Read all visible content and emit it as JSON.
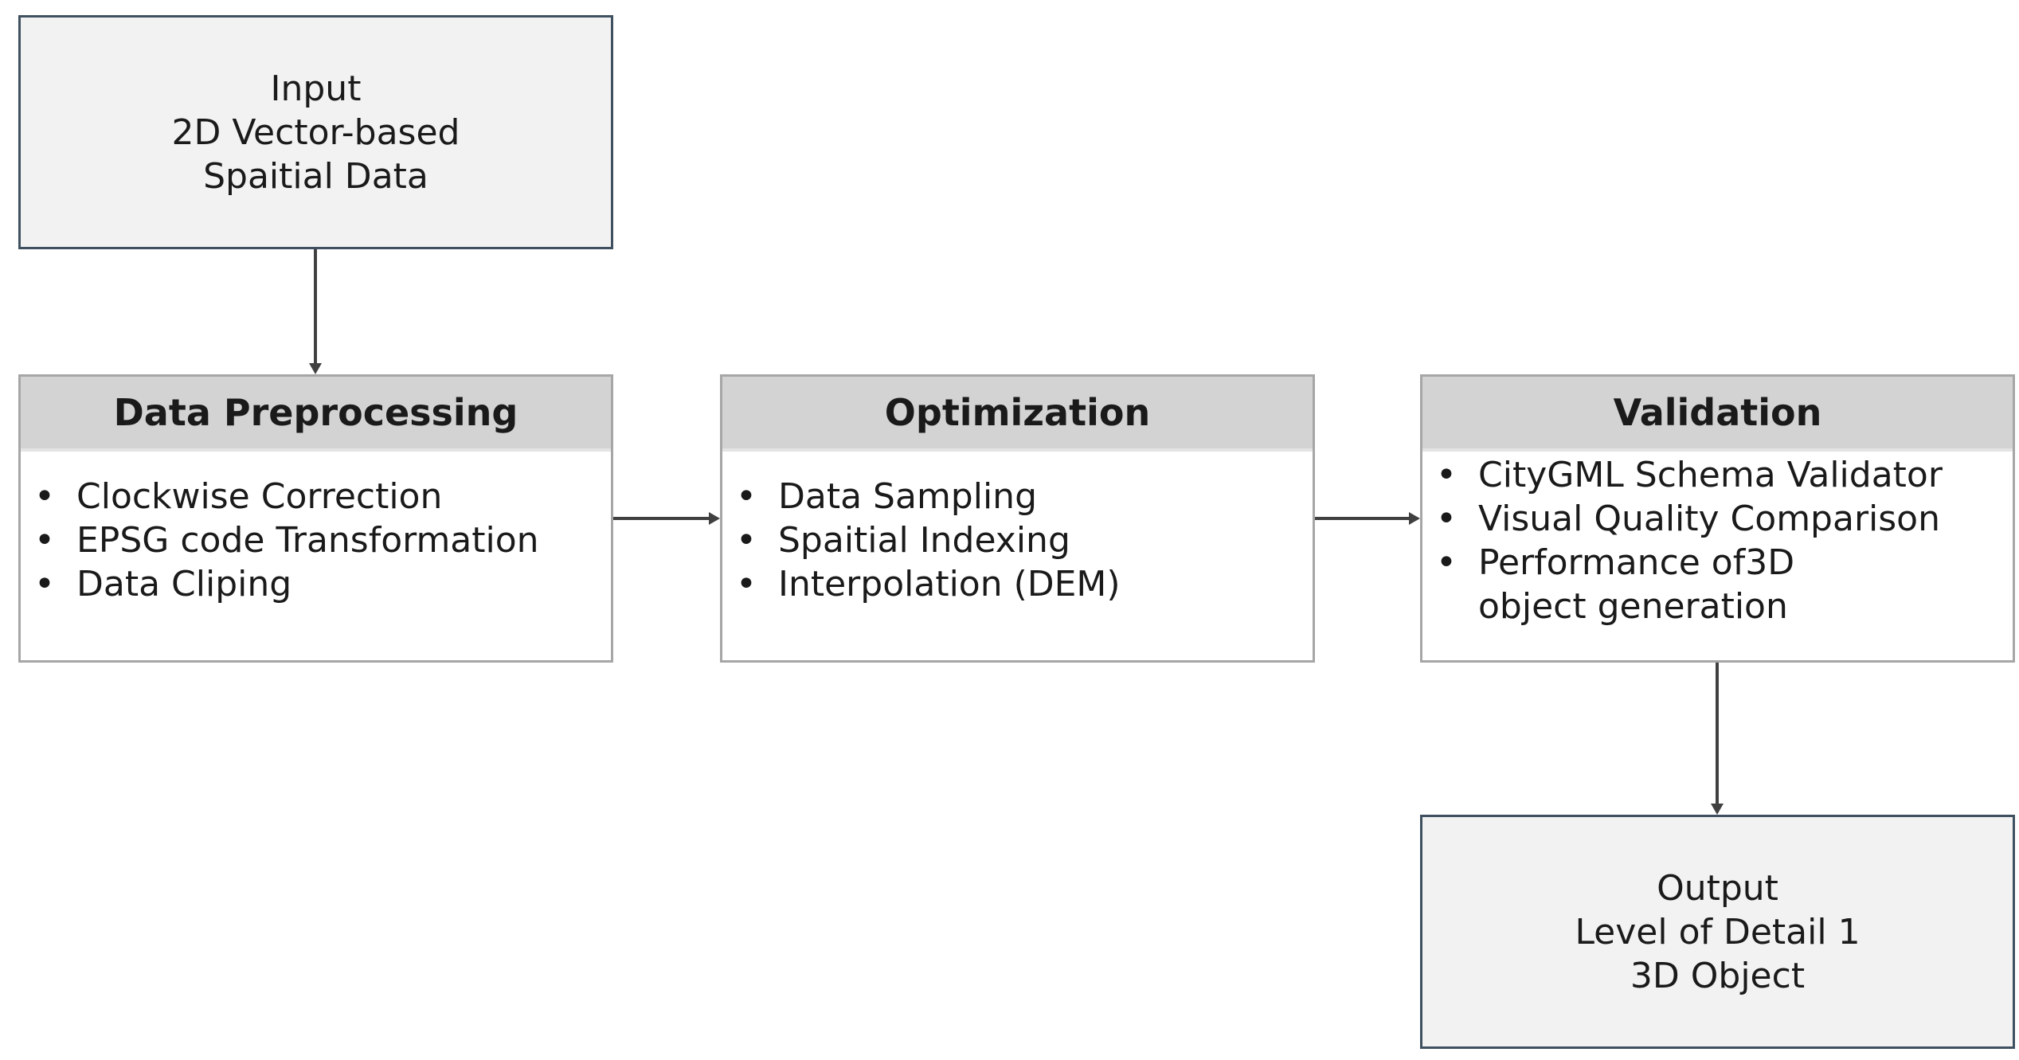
{
  "input_box": {
    "lines": [
      "Input",
      "2D Vector-based",
      "Spaitial Data"
    ]
  },
  "stages": [
    {
      "title": "Data Preprocessing",
      "items": [
        "Clockwise Correction",
        "EPSG code Transformation",
        "Data Cliping"
      ]
    },
    {
      "title": "Optimization",
      "items": [
        "Data Sampling",
        "Spaitial Indexing",
        "Interpolation (DEM)"
      ]
    },
    {
      "title": "Validation",
      "items": [
        "CityGML Schema Validator",
        "Visual Quality Comparison",
        "Performance of3D object generation"
      ]
    }
  ],
  "bullet": "•",
  "output_box": {
    "lines": [
      "Output",
      "Level of Detail 1",
      "3D Object"
    ]
  },
  "colors": {
    "box_border": "#3f5060",
    "stage_border": "#a6a6a6",
    "header_fill": "#d3d3d3",
    "io_fill": "#f2f2f2",
    "arrow": "#404040"
  }
}
